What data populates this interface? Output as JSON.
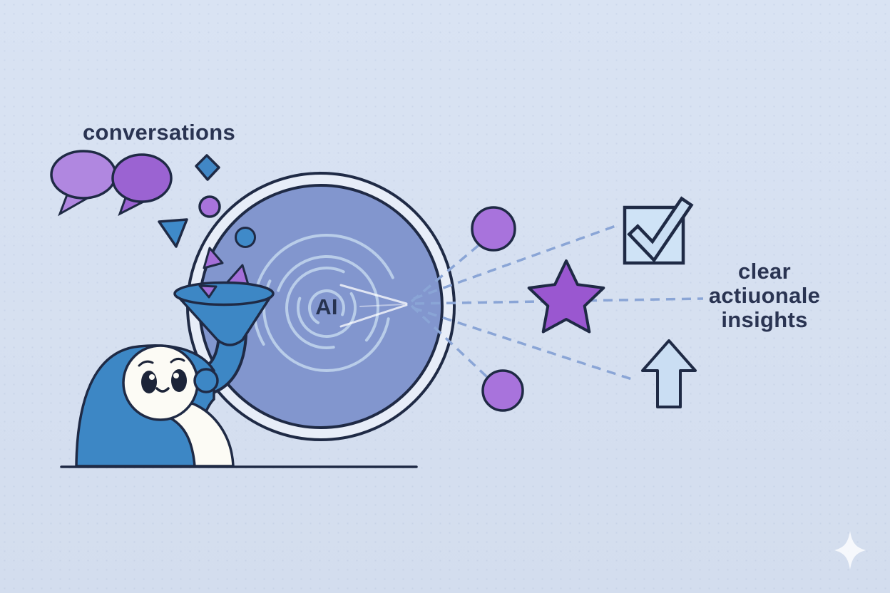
{
  "labels": {
    "conversations": "conversations",
    "ai_core": "AI",
    "insights": {
      "lines": [
        "clear",
        "actiuonale",
        "insights"
      ]
    }
  },
  "icons": {
    "speech_bubble_1": "speech-bubble-icon",
    "speech_bubble_2": "speech-bubble-icon",
    "diamond": "diamond-shape-icon",
    "dot": "circle-shape-icon",
    "triangle": "triangle-shape-icon",
    "funnel": "funnel-icon",
    "ai_circle": "ai-core-icon",
    "check_square": "check-square-icon",
    "star": "star-icon",
    "up_arrow": "up-arrow-icon",
    "mascot": "mascot-character",
    "sparkle": "sparkle-icon"
  },
  "colors": {
    "background": "#d6e0f0",
    "outline_navy": "#1f2a45",
    "text_navy": "#2a3452",
    "ai_circle_fill": "#8296ce",
    "ring_gap": "#e7edf8",
    "swirl_arcs": "#bfd3ec",
    "primary_blue": "#3d87c5",
    "bubble_light_purple": "#b087e0",
    "bubble_dark_purple": "#9b63d2",
    "accent_purple": "#a873dc",
    "star_purple": "#9a57d0",
    "triangle_purple": "#a46fd8",
    "pale_blue_fill": "#cadef3",
    "dashed_ray": "#8aa5d6",
    "white": "#fcfbf5"
  }
}
